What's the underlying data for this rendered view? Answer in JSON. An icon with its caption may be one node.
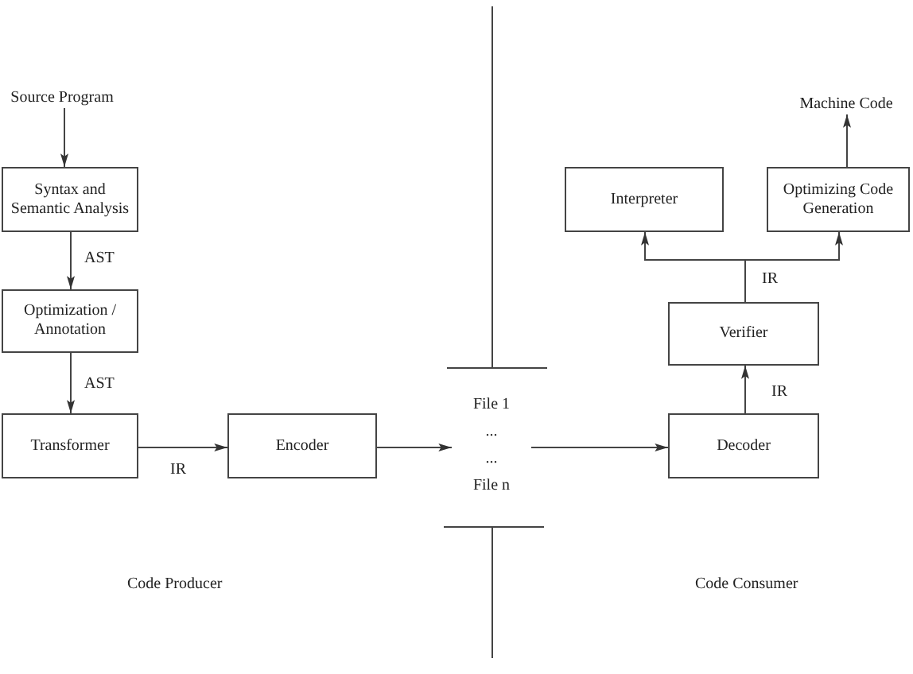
{
  "diagram": {
    "nodes": [
      {
        "text": [
          "Source Program"
        ]
      },
      {
        "text": [
          "Syntax and Semantic Analysis"
        ]
      },
      {
        "text": [
          "Optimization / Annotation"
        ]
      },
      {
        "text": [
          "Transformer"
        ]
      },
      {
        "text": [
          "Encoder"
        ]
      },
      {
        "text": [
          "File 1",
          "...",
          "...",
          "File n"
        ]
      },
      {
        "text": [
          "Decoder"
        ]
      },
      {
        "text": [
          "Verifier"
        ]
      },
      {
        "text": [
          "Interpreter"
        ]
      },
      {
        "text": [
          "Optimizing Code Generation"
        ]
      },
      {
        "text": [
          "Machine Code"
        ]
      }
    ],
    "edges": [
      {
        "from": 0,
        "to": 1,
        "arrow": "to"
      },
      {
        "from": 1,
        "to": 2,
        "arrow": "to",
        "label": "AST"
      },
      {
        "from": 2,
        "to": 3,
        "arrow": "to",
        "label": "AST"
      },
      {
        "from": 3,
        "to": 4,
        "arrow": "to",
        "label": "IR"
      },
      {
        "from": 4,
        "to": 5,
        "arrow": "to"
      },
      {
        "from": 5,
        "to": 6,
        "arrow": "to"
      },
      {
        "from": 6,
        "to": 7,
        "arrow": "to",
        "label": "IR"
      },
      {
        "from": 7,
        "to": 8,
        "arrow": "to",
        "label": "IR"
      },
      {
        "from": 7,
        "to": 9,
        "arrow": "to"
      },
      {
        "from": 9,
        "to": 10,
        "arrow": "to"
      }
    ],
    "labels": [
      "Code Producer",
      "Code Consumer"
    ]
  }
}
